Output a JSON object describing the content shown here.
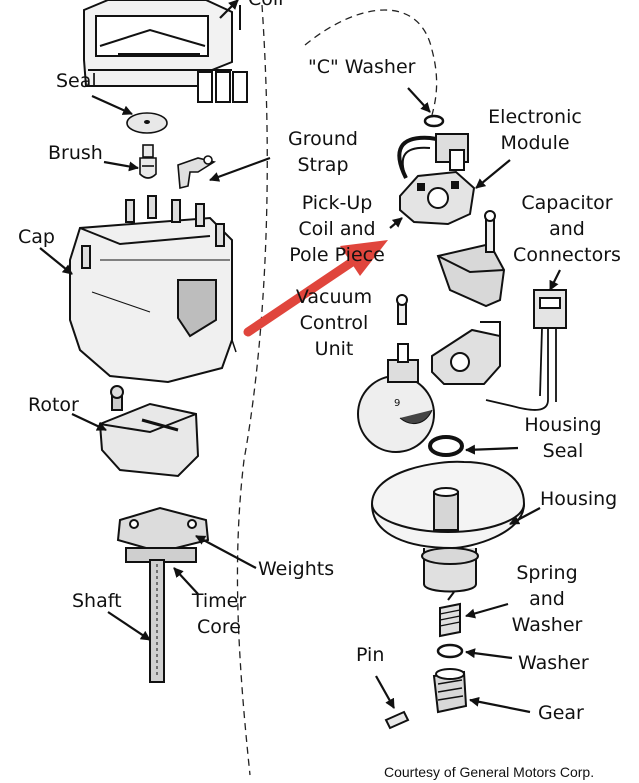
{
  "diagram": {
    "labels": {
      "coil": "Coil",
      "seal": "Seal",
      "brush": "Brush",
      "ground_strap_1": "Ground",
      "ground_strap_2": "Strap",
      "cap": "Cap",
      "rotor": "Rotor",
      "c_washer": "\"C\" Washer",
      "electronic_module_1": "Electronic",
      "electronic_module_2": "Module",
      "pickup_1": "Pick-Up",
      "pickup_2": "Coil and",
      "pickup_3": "Pole Piece",
      "capacitor_1": "Capacitor",
      "capacitor_2": "and",
      "capacitor_3": "Connectors",
      "vacuum_1": "Vacuum",
      "vacuum_2": "Control",
      "vacuum_3": "Unit",
      "housing_seal_1": "Housing",
      "housing_seal_2": "Seal",
      "housing": "Housing",
      "weights": "Weights",
      "shaft": "Shaft",
      "timer_core_1": "Timer",
      "timer_core_2": "Core",
      "spring_1": "Spring",
      "spring_2": "and",
      "spring_3": "Washer",
      "washer": "Washer",
      "pin": "Pin",
      "gear": "Gear"
    },
    "credit": "Courtesy of General Motors Corp.",
    "highlight_arrow_color": "#e0453c"
  }
}
